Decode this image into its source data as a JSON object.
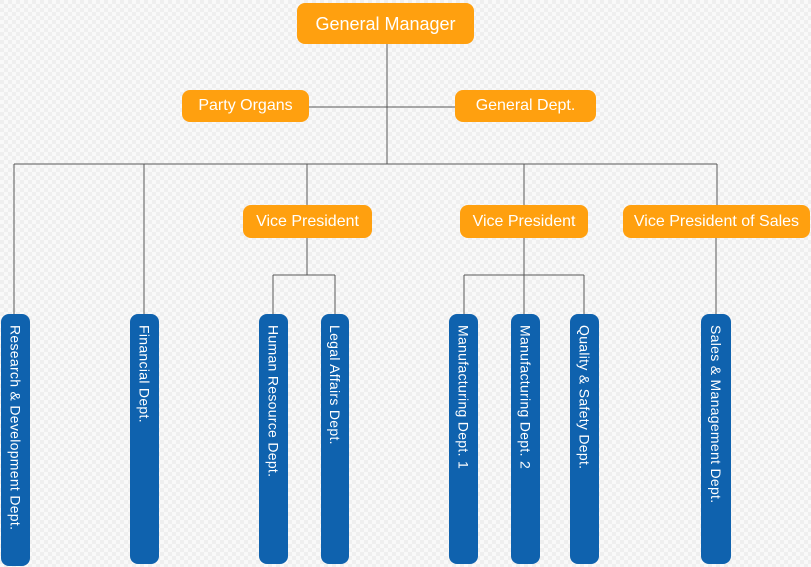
{
  "diagram": {
    "type": "org-chart",
    "colors": {
      "orange_node": "#FFA00F",
      "blue_node": "#0F62AE",
      "connector": "#595959",
      "node_text": "#FFFFFF",
      "background": "#F2F2F2"
    },
    "nodes": {
      "general_manager": {
        "label": "General Manager",
        "level": 1,
        "shape": "orange"
      },
      "party_organs": {
        "label": "Party Organs",
        "level": 2,
        "shape": "orange"
      },
      "general_dept": {
        "label": "General Dept.",
        "level": 2,
        "shape": "orange"
      },
      "vice_president_1": {
        "label": "Vice President",
        "level": 3,
        "shape": "orange"
      },
      "vice_president_2": {
        "label": "Vice President",
        "level": 3,
        "shape": "orange"
      },
      "vice_president_sales": {
        "label": "Vice President of Sales",
        "level": 3,
        "shape": "orange"
      },
      "research_development": {
        "label": "Research & Development Dept.",
        "level": 4,
        "shape": "blue"
      },
      "financial": {
        "label": "Financial Dept.",
        "level": 4,
        "shape": "blue"
      },
      "human_resource": {
        "label": "Human Resource Dept.",
        "level": 4,
        "shape": "blue"
      },
      "legal_affairs": {
        "label": "Legal Affairs Dept.",
        "level": 4,
        "shape": "blue"
      },
      "manufacturing_1": {
        "label": "Manufacturing Dept. 1",
        "level": 4,
        "shape": "blue"
      },
      "manufacturing_2": {
        "label": "Manufacturing Dept. 2",
        "level": 4,
        "shape": "blue"
      },
      "quality_safety": {
        "label": "Quality & Safety Dept.",
        "level": 4,
        "shape": "blue"
      },
      "sales_management": {
        "label": "Sales & Management Dept.",
        "level": 4,
        "shape": "blue"
      }
    }
  }
}
